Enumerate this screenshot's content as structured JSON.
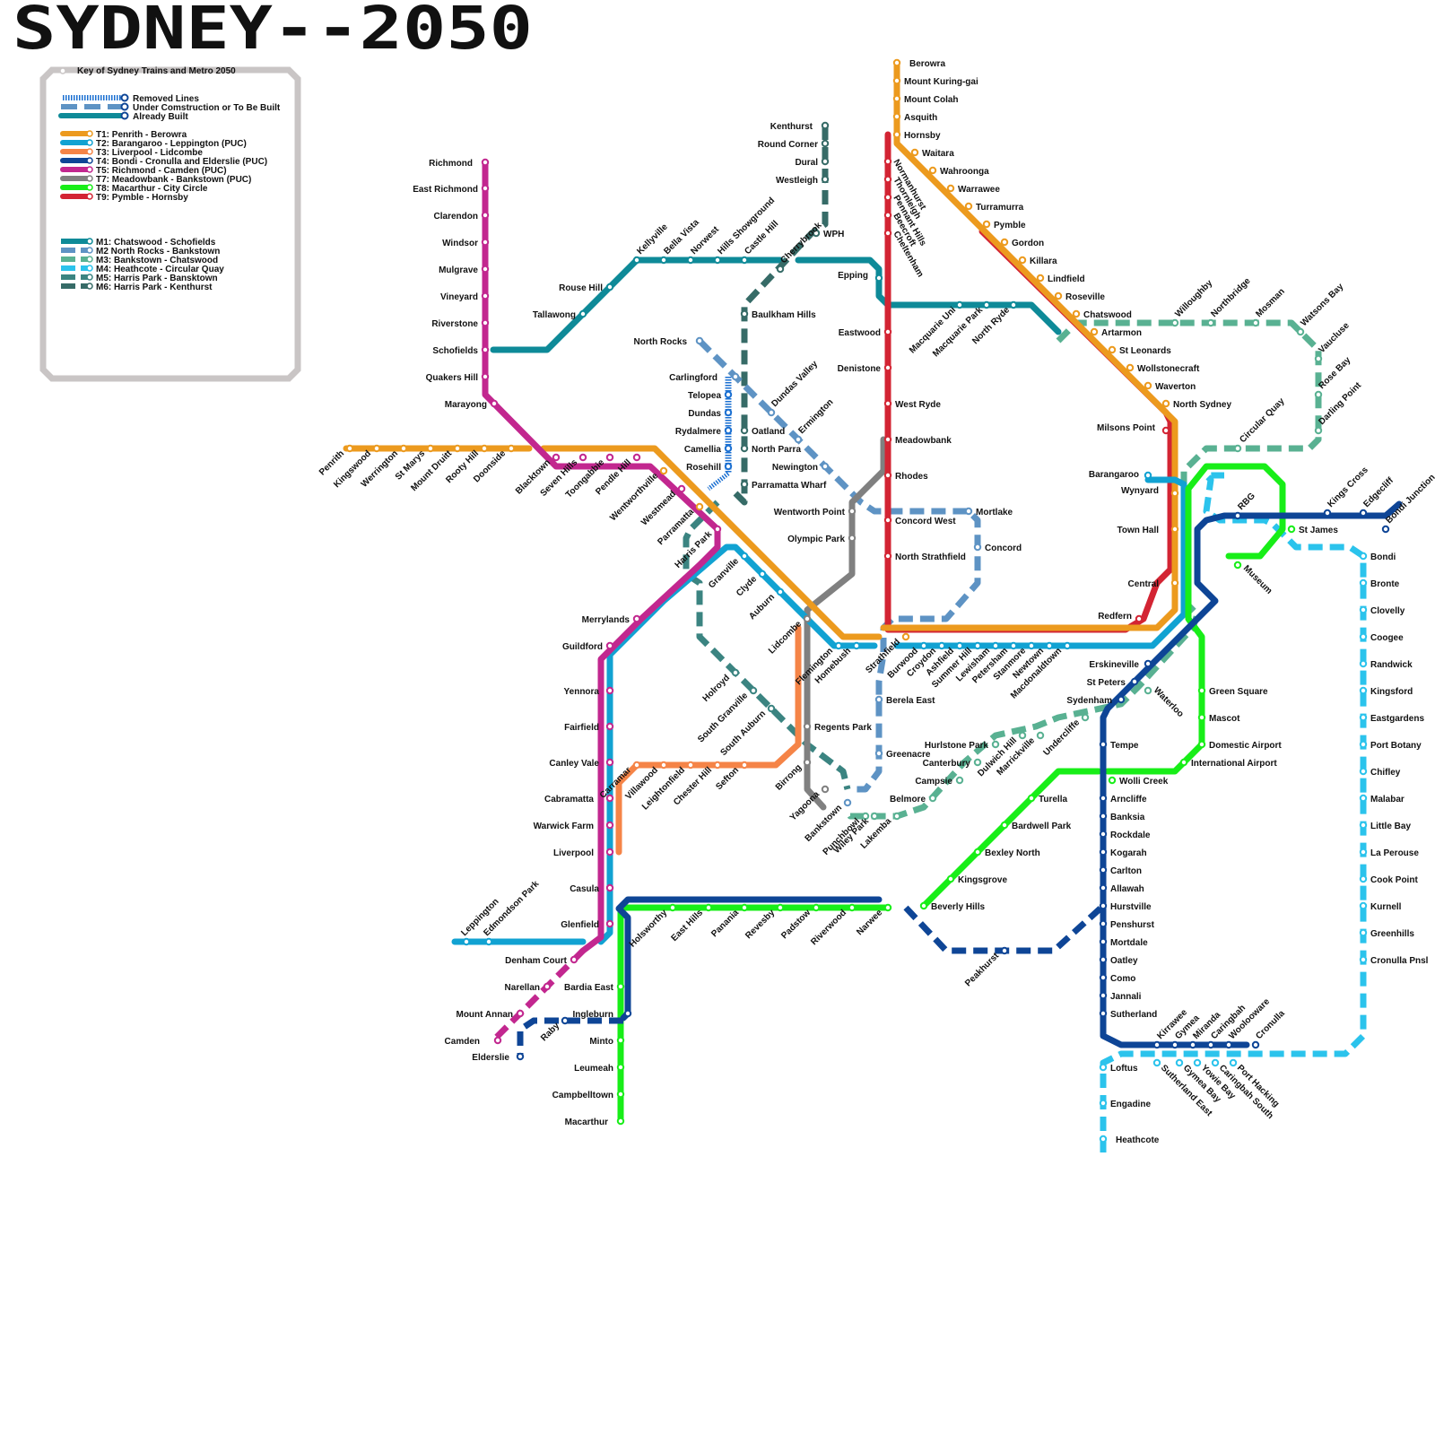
{
  "title": "SYDNEY--2050",
  "legend": {
    "heading": "Key of Sydney Trains and Metro 2050",
    "styles": [
      {
        "label": "Removed Lines",
        "kind": "removed"
      },
      {
        "label": "Under Comstruction or To Be Built",
        "kind": "dashed"
      },
      {
        "label": "Already Built",
        "kind": "solid"
      }
    ],
    "trains": [
      {
        "label": "T1: Penrith - Berowra",
        "color": "#ec9a1e"
      },
      {
        "label": "T2: Barangaroo - Leppington (PUC)",
        "color": "#11a2d2"
      },
      {
        "label": "T3: Liverpool - Lidcombe",
        "color": "#f58447"
      },
      {
        "label": "T4: Bondi - Cronulla  and Elderslie (PUC)",
        "color": "#0e4596"
      },
      {
        "label": "T5: Richmond - Camden (PUC)",
        "color": "#c2278f"
      },
      {
        "label": "T7: Meadowbank - Bankstown (PUC)",
        "color": "#808080"
      },
      {
        "label": "T8: Macarthur - City  Circle",
        "color": "#18ee18"
      },
      {
        "label": "T9: Pymble - Hornsby",
        "color": "#d32433"
      }
    ],
    "metros": [
      {
        "label": "M1: Chatswood - Schofields",
        "color": "#0e8a98"
      },
      {
        "label": "M2 North Rocks - Bankstown",
        "color": "#5e93c4"
      },
      {
        "label": "M3: Bankstown - Chatswood",
        "color": "#59b192"
      },
      {
        "label": "M4: Heathcote - Circular Quay",
        "color": "#2bc3ec"
      },
      {
        "label": "M5: Harris Park - Bansktown",
        "color": "#3b8481"
      },
      {
        "label": "M6: Harris Park - Kenthurst",
        "color": "#366b67"
      }
    ]
  },
  "lines": [
    {
      "id": "T1",
      "color": "#ec9a1e",
      "dash": false
    },
    {
      "id": "T2",
      "color": "#11a2d2",
      "dash": false
    },
    {
      "id": "T3",
      "color": "#f58447",
      "dash": false
    },
    {
      "id": "T4",
      "color": "#0e4596",
      "dash": false
    },
    {
      "id": "T5",
      "color": "#c2278f",
      "dash": false
    },
    {
      "id": "T7",
      "color": "#808080",
      "dash": false
    },
    {
      "id": "T8",
      "color": "#18ee18",
      "dash": false
    },
    {
      "id": "T9",
      "color": "#d32433",
      "dash": false
    },
    {
      "id": "M1",
      "color": "#0e8a98",
      "dash": false
    },
    {
      "id": "M2",
      "color": "#5e93c4",
      "dash": true
    },
    {
      "id": "M3",
      "color": "#59b192",
      "dash": true
    },
    {
      "id": "M4",
      "color": "#2bc3ec",
      "dash": true
    },
    {
      "id": "M5",
      "color": "#3b8481",
      "dash": true
    },
    {
      "id": "M6",
      "color": "#366b67",
      "dash": true
    },
    {
      "id": "T4E",
      "color": "#0e4596",
      "dash": true
    },
    {
      "id": "T5C",
      "color": "#c2278f",
      "dash": true
    },
    {
      "id": "T2X",
      "color": "#11a2d2",
      "dash": false
    },
    {
      "id": "T6",
      "color": "#1a6fd1",
      "dash": "removed"
    }
  ],
  "stations": [
    {
      "name": "Berowra"
    },
    {
      "name": "Mount Kuring-gai"
    },
    {
      "name": "Mount Colah"
    },
    {
      "name": "Asquith"
    },
    {
      "name": "Hornsby"
    },
    {
      "name": "Waitara"
    },
    {
      "name": "Wahroonga"
    },
    {
      "name": "Warrawee"
    },
    {
      "name": "Turramurra"
    },
    {
      "name": "Pymble"
    },
    {
      "name": "Gordon"
    },
    {
      "name": "Killara"
    },
    {
      "name": "Lindfield"
    },
    {
      "name": "Roseville"
    },
    {
      "name": "Chatswood"
    },
    {
      "name": "Artarmon"
    },
    {
      "name": "St Leonards"
    },
    {
      "name": "Wollstonecraft"
    },
    {
      "name": "Waverton"
    },
    {
      "name": "North Sydney"
    },
    {
      "name": "Milsons Point"
    },
    {
      "name": "Wynyard"
    },
    {
      "name": "Town Hall"
    },
    {
      "name": "Central"
    },
    {
      "name": "Redfern"
    },
    {
      "name": "Barangaroo"
    },
    {
      "name": "Circular Quay"
    },
    {
      "name": "RBG"
    },
    {
      "name": "St James"
    },
    {
      "name": "Museum"
    },
    {
      "name": "Kings Cross"
    },
    {
      "name": "Edgecliff"
    },
    {
      "name": "Bondi Junction"
    },
    {
      "name": "Bondi"
    },
    {
      "name": "Bronte"
    },
    {
      "name": "Clovelly"
    },
    {
      "name": "Coogee"
    },
    {
      "name": "Randwick"
    },
    {
      "name": "Kingsford"
    },
    {
      "name": "Eastgardens"
    },
    {
      "name": "Port Botany"
    },
    {
      "name": "Chifley"
    },
    {
      "name": "Malabar"
    },
    {
      "name": "Little Bay"
    },
    {
      "name": "La Perouse"
    },
    {
      "name": "Cook Point"
    },
    {
      "name": "Kurnell"
    },
    {
      "name": "Greenhills"
    },
    {
      "name": "Cronulla Pnsl"
    },
    {
      "name": "Willoughby"
    },
    {
      "name": "Northbridge"
    },
    {
      "name": "Mosman"
    },
    {
      "name": "Watsons Bay"
    },
    {
      "name": "Vaucluse"
    },
    {
      "name": "Rose Bay"
    },
    {
      "name": "Darling Point"
    },
    {
      "name": "Normanhurst"
    },
    {
      "name": "Thornleigh"
    },
    {
      "name": "Pennant Hills"
    },
    {
      "name": "Beecroft"
    },
    {
      "name": "Cheltenham"
    },
    {
      "name": "Epping"
    },
    {
      "name": "Eastwood"
    },
    {
      "name": "Denistone"
    },
    {
      "name": "West Ryde"
    },
    {
      "name": "Meadowbank"
    },
    {
      "name": "Rhodes"
    },
    {
      "name": "Concord West"
    },
    {
      "name": "North Strathfield"
    },
    {
      "name": "Macquarie Uni"
    },
    {
      "name": "Macquarie Park"
    },
    {
      "name": "North Ryde"
    },
    {
      "name": "Richmond"
    },
    {
      "name": "East Richmond"
    },
    {
      "name": "Clarendon"
    },
    {
      "name": "Windsor"
    },
    {
      "name": "Mulgrave"
    },
    {
      "name": "Vineyard"
    },
    {
      "name": "Riverstone"
    },
    {
      "name": "Schofields"
    },
    {
      "name": "Quakers Hill"
    },
    {
      "name": "Marayong"
    },
    {
      "name": "Penrith"
    },
    {
      "name": "Kingswood"
    },
    {
      "name": "Werrington"
    },
    {
      "name": "St Marys"
    },
    {
      "name": "Mount Druitt"
    },
    {
      "name": "Rooty Hill"
    },
    {
      "name": "Doonside"
    },
    {
      "name": "Blacktown"
    },
    {
      "name": "Seven Hills"
    },
    {
      "name": "Toongabbie"
    },
    {
      "name": "Pendle Hill"
    },
    {
      "name": "Wentworthville"
    },
    {
      "name": "Westmead"
    },
    {
      "name": "Parramatta"
    },
    {
      "name": "Harris Park"
    },
    {
      "name": "Granville"
    },
    {
      "name": "Clyde"
    },
    {
      "name": "Auburn"
    },
    {
      "name": "Lidcombe"
    },
    {
      "name": "Flemington"
    },
    {
      "name": "Homebush"
    },
    {
      "name": "Strathfield"
    },
    {
      "name": "Burwood"
    },
    {
      "name": "Croydon"
    },
    {
      "name": "Ashfield"
    },
    {
      "name": "Summer Hill"
    },
    {
      "name": "Lewisham"
    },
    {
      "name": "Petersham"
    },
    {
      "name": "Stanmore"
    },
    {
      "name": "Newtown"
    },
    {
      "name": "Macdonaldtown"
    },
    {
      "name": "Erskineville"
    },
    {
      "name": "St Peters"
    },
    {
      "name": "Sydenham"
    },
    {
      "name": "Waterloo"
    },
    {
      "name": "Tempe"
    },
    {
      "name": "Wolli Creek"
    },
    {
      "name": "Arncliffe"
    },
    {
      "name": "Banksia"
    },
    {
      "name": "Rockdale"
    },
    {
      "name": "Kogarah"
    },
    {
      "name": "Carlton"
    },
    {
      "name": "Allawah"
    },
    {
      "name": "Hurstville"
    },
    {
      "name": "Penshurst"
    },
    {
      "name": "Mortdale"
    },
    {
      "name": "Oatley"
    },
    {
      "name": "Como"
    },
    {
      "name": "Jannali"
    },
    {
      "name": "Sutherland"
    },
    {
      "name": "Kirrawee"
    },
    {
      "name": "Gymea"
    },
    {
      "name": "Miranda"
    },
    {
      "name": "Caringbah"
    },
    {
      "name": "Woolooware"
    },
    {
      "name": "Cronulla"
    },
    {
      "name": "Loftus"
    },
    {
      "name": "Engadine"
    },
    {
      "name": "Heathcote"
    },
    {
      "name": "Sutherland East"
    },
    {
      "name": "Gymea Bay"
    },
    {
      "name": "Yowie Bay"
    },
    {
      "name": "Caringbah South"
    },
    {
      "name": "Port Hacking"
    },
    {
      "name": "Green Square"
    },
    {
      "name": "Mascot"
    },
    {
      "name": "Domestic Airport"
    },
    {
      "name": "International Airport"
    },
    {
      "name": "Turella"
    },
    {
      "name": "Bardwell Park"
    },
    {
      "name": "Bexley North"
    },
    {
      "name": "Kingsgrove"
    },
    {
      "name": "Beverly Hills"
    },
    {
      "name": "Narwee"
    },
    {
      "name": "Riverwood"
    },
    {
      "name": "Padstow"
    },
    {
      "name": "Revesby"
    },
    {
      "name": "Panania"
    },
    {
      "name": "East Hills"
    },
    {
      "name": "Holsworthy"
    },
    {
      "name": "Peakhurst"
    },
    {
      "name": "Glenfield"
    },
    {
      "name": "Casula"
    },
    {
      "name": "Liverpool"
    },
    {
      "name": "Warwick Farm"
    },
    {
      "name": "Cabramatta"
    },
    {
      "name": "Canley Vale"
    },
    {
      "name": "Fairfield"
    },
    {
      "name": "Yennora"
    },
    {
      "name": "Guildford"
    },
    {
      "name": "Merrylands"
    },
    {
      "name": "Leppington"
    },
    {
      "name": "Edmondson Park"
    },
    {
      "name": "Denham Court"
    },
    {
      "name": "Narellan"
    },
    {
      "name": "Mount Annan"
    },
    {
      "name": "Camden"
    },
    {
      "name": "Elderslie"
    },
    {
      "name": "Raby"
    },
    {
      "name": "Ingleburn"
    },
    {
      "name": "Bardia East"
    },
    {
      "name": "Minto"
    },
    {
      "name": "Leumeah"
    },
    {
      "name": "Campbelltown"
    },
    {
      "name": "Macarthur"
    },
    {
      "name": "Carramar"
    },
    {
      "name": "Villawood"
    },
    {
      "name": "Leightonfield"
    },
    {
      "name": "Chester Hill"
    },
    {
      "name": "Sefton"
    },
    {
      "name": "Regents Park"
    },
    {
      "name": "Birrong"
    },
    {
      "name": "Yagoona"
    },
    {
      "name": "Bankstown"
    },
    {
      "name": "Punchbowl"
    },
    {
      "name": "Wiley Park"
    },
    {
      "name": "Lakemba"
    },
    {
      "name": "Belmore"
    },
    {
      "name": "Campsie"
    },
    {
      "name": "Canterbury"
    },
    {
      "name": "Hurlstone Park"
    },
    {
      "name": "Dulwich Hill"
    },
    {
      "name": "Marrickville"
    },
    {
      "name": "Undercliffe"
    },
    {
      "name": "Holroyd"
    },
    {
      "name": "South Granville"
    },
    {
      "name": "South Auburn"
    },
    {
      "name": "Berela East"
    },
    {
      "name": "Greenacre"
    },
    {
      "name": "Olympic Park"
    },
    {
      "name": "Wentworth Point"
    },
    {
      "name": "Mortlake"
    },
    {
      "name": "Concord"
    },
    {
      "name": "North Rocks"
    },
    {
      "name": "Carlingford"
    },
    {
      "name": "Telopea"
    },
    {
      "name": "Dundas"
    },
    {
      "name": "Rydalmere"
    },
    {
      "name": "Camellia"
    },
    {
      "name": "Rosehill"
    },
    {
      "name": "Dundas Valley"
    },
    {
      "name": "Ermington"
    },
    {
      "name": "Newington"
    },
    {
      "name": "Kenthurst"
    },
    {
      "name": "Round Corner"
    },
    {
      "name": "Dural"
    },
    {
      "name": "Westleigh"
    },
    {
      "name": "WPH"
    },
    {
      "name": "Cherrybrook"
    },
    {
      "name": "Castle Hill"
    },
    {
      "name": "Hills Showground"
    },
    {
      "name": "Norwest"
    },
    {
      "name": "Bella Vista"
    },
    {
      "name": "Kellyville"
    },
    {
      "name": "Rouse Hill"
    },
    {
      "name": "Tallawong"
    },
    {
      "name": "Baulkham Hills"
    },
    {
      "name": "Oatland"
    },
    {
      "name": "North Parra"
    },
    {
      "name": "Parramatta Wharf"
    }
  ]
}
